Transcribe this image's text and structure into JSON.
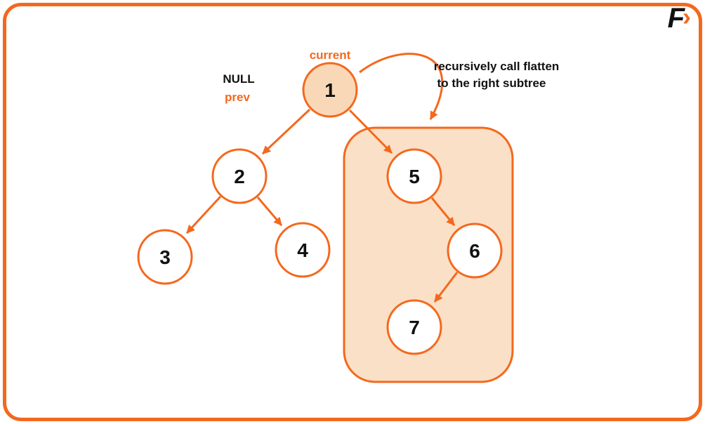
{
  "logo": {
    "text": "F",
    "arrow": "›"
  },
  "colors": {
    "accent": "#F4681D",
    "subtree_box_fill": "#FAE0C6",
    "highlight_node_fill": "#F9D8B8",
    "text": "#111111",
    "background": "#FFFFFF"
  },
  "labels": {
    "current": "current",
    "null_label": "NULL",
    "prev_label": "prev",
    "annotation_line1": "recursively call flatten",
    "annotation_line2": "to the right subtree"
  },
  "tree": {
    "nodes": {
      "n1": "1",
      "n2": "2",
      "n3": "3",
      "n4": "4",
      "n5": "5",
      "n6": "6",
      "n7": "7"
    },
    "edges": [
      {
        "from": "1",
        "to": "2"
      },
      {
        "from": "1",
        "to": "5"
      },
      {
        "from": "2",
        "to": "3"
      },
      {
        "from": "2",
        "to": "4"
      },
      {
        "from": "5",
        "to": "6"
      },
      {
        "from": "6",
        "to": "7"
      }
    ],
    "highlighted_node": "1",
    "subtree_box_nodes": [
      "5",
      "6",
      "7"
    ]
  }
}
